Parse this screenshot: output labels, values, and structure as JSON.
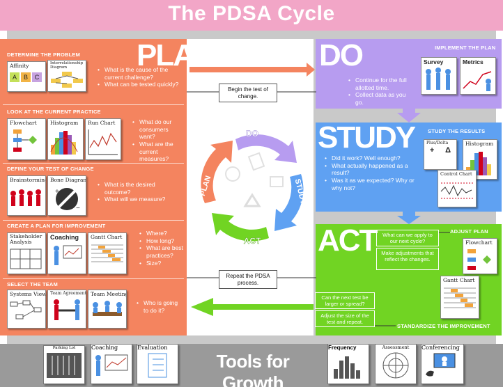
{
  "title": "The PDSA Cycle",
  "plan": {
    "label": "PLAN",
    "sections": [
      {
        "title": "DETERMINE THE PROBLEM",
        "bullets": [
          "What is the cause of the current challenge?",
          "What can be tested quickly?"
        ],
        "tools": [
          "Affinity",
          "Interrelationship Diagram"
        ]
      },
      {
        "title": "LOOK AT THE CURRENT PRACTICE",
        "bullets": [
          "What do our consumers want?",
          "What are the current measures?"
        ],
        "tools": [
          "Flowchart",
          "Histogram",
          "Run Chart"
        ]
      },
      {
        "title": "DEFINE YOUR TEST OF CHANGE",
        "bullets": [
          "What is the desired outcome?",
          "What will we measure?"
        ],
        "tools": [
          "Brainstorming",
          "Bone Diagram"
        ]
      },
      {
        "title": "CREATE A PLAN FOR IMPROVEMENT",
        "bullets": [
          "Where?",
          "How long?",
          "What are best practices?",
          "Size?"
        ],
        "tools": [
          "Stakeholder Analysis",
          "Coaching",
          "Gantt Chart"
        ]
      },
      {
        "title": "SELECT THE TEAM",
        "bullets": [
          "Who is going to do it?"
        ],
        "tools": [
          "Systems View",
          "Team Agreement",
          "Team Meeting"
        ]
      }
    ],
    "affinity_letters": [
      "A",
      "B",
      "C"
    ]
  },
  "do": {
    "label": "DO",
    "heading": "IMPLEMENT THE PLAN",
    "bullets": [
      "Continue for the full allotted time.",
      "Collect data as you go."
    ],
    "tools": [
      "Survey",
      "Metrics"
    ]
  },
  "study": {
    "label": "STUDY",
    "heading": "STUDY THE RESULTS",
    "bullets": [
      "Did it work? Well enough?",
      "What actually happened as a result?",
      "Was it as we expected? Why or why not?"
    ],
    "tools": [
      "Plus/Delta",
      "Histogram",
      "Control Chart"
    ],
    "plus_delta_symbols": [
      "+",
      "Δ"
    ]
  },
  "act": {
    "label": "ACT",
    "heading": "ADJUST PLAN",
    "footer": "STANDARDIZE THE IMPROVEMENT",
    "box1": "What can we apply to our next cycle?",
    "box2": "Make adjustments that reflect the changes.",
    "box3": "Can the next test be larger or spread?",
    "box4": "Adjust the size of the test and repeat.",
    "tools": [
      "Flowchart",
      "Gantt Chart"
    ]
  },
  "callouts": {
    "begin": "Begin the test of change.",
    "repeat": "Repeat the PDSA process."
  },
  "cycle_labels": {
    "plan": "PLAN",
    "do": "DO",
    "study": "STUDY",
    "act": "ACT"
  },
  "colors": {
    "plan": "#f4845f",
    "do": "#b79cf0",
    "study": "#5fa1f2",
    "act": "#71d423",
    "title": "#f2a6c7"
  },
  "tools_for_growth": {
    "label": "Tools for Growth",
    "items": [
      "Parking Lot",
      "Coaching",
      "Evaluation",
      "Frequency",
      "Assessment",
      "Conferencing"
    ]
  }
}
